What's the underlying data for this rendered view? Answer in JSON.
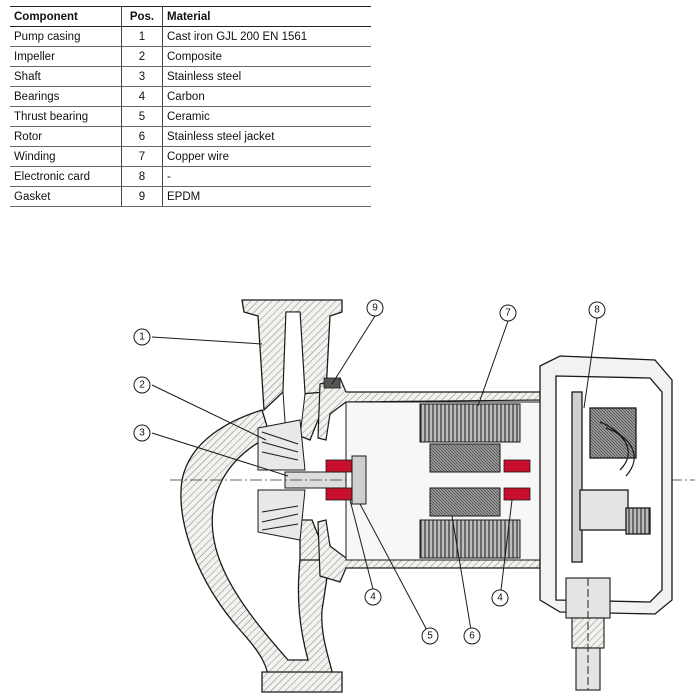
{
  "table": {
    "headers": [
      "Component",
      "Pos.",
      "Material"
    ],
    "rows": [
      {
        "component": "Pump casing",
        "pos": "1",
        "material": "Cast iron GJL 200 EN 1561"
      },
      {
        "component": "Impeller",
        "pos": "2",
        "material": "Composite"
      },
      {
        "component": "Shaft",
        "pos": "3",
        "material": "Stainless steel"
      },
      {
        "component": "Bearings",
        "pos": "4",
        "material": "Carbon"
      },
      {
        "component": "Thrust bearing",
        "pos": "5",
        "material": "Ceramic"
      },
      {
        "component": "Rotor",
        "pos": "6",
        "material": "Stainless steel jacket"
      },
      {
        "component": "Winding",
        "pos": "7",
        "material": "Copper wire"
      },
      {
        "component": "Electronic card",
        "pos": "8",
        "material": "-"
      },
      {
        "component": "Gasket",
        "pos": "9",
        "material": "EPDM"
      }
    ]
  },
  "callouts": {
    "c1": "1",
    "c2": "2",
    "c3": "3",
    "c4a": "4",
    "c4b": "4",
    "c5": "5",
    "c6": "6",
    "c7": "7",
    "c8": "8",
    "c9": "9"
  },
  "colors": {
    "bearing": "#c8102e",
    "casing_fill": "#f4f2ee",
    "line": "#1a1a1a"
  }
}
